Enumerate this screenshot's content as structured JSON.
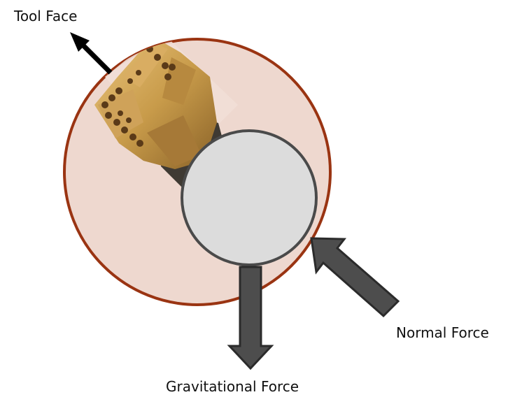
{
  "labels": {
    "tool_face": "Tool Face",
    "normal_force": "Normal Force",
    "gravitational_force": "Gravitational Force"
  },
  "colors": {
    "borehole_fill": "#eed8cf",
    "borehole_stroke": "#9a3412",
    "pipe_fill": "#dcdcdc",
    "pipe_stroke": "#4a4a4a",
    "force_arrow_fill": "#4d4d4d",
    "force_arrow_stroke": "#2b2b2b",
    "tool_face_arrow": "#000000",
    "bit_gold": "#c89b4a",
    "bit_shadow": "#8a6228",
    "shank": "#3f3a33"
  },
  "icons": {
    "drill_bit": "pdc-drill-bit-icon",
    "tool_face_arrow": "arrow-up-left-icon"
  }
}
